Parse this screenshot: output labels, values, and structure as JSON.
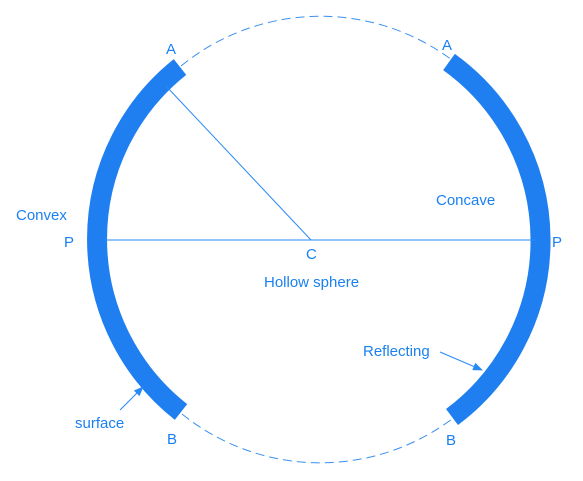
{
  "colors": {
    "mirror": "#1f7ff0",
    "line": "#2a8af5",
    "text": "#1a80f0",
    "background": "#ffffff"
  },
  "labels": {
    "left_top_a": "A",
    "right_top_a": "A",
    "left_bottom_b": "B",
    "right_bottom_b": "B",
    "left_p": "P",
    "right_p": "P",
    "center_c": "C",
    "convex": "Convex",
    "concave": "Concave",
    "hollow_sphere": "Hollow sphere",
    "reflecting": "Reflecting",
    "surface": "surface"
  }
}
